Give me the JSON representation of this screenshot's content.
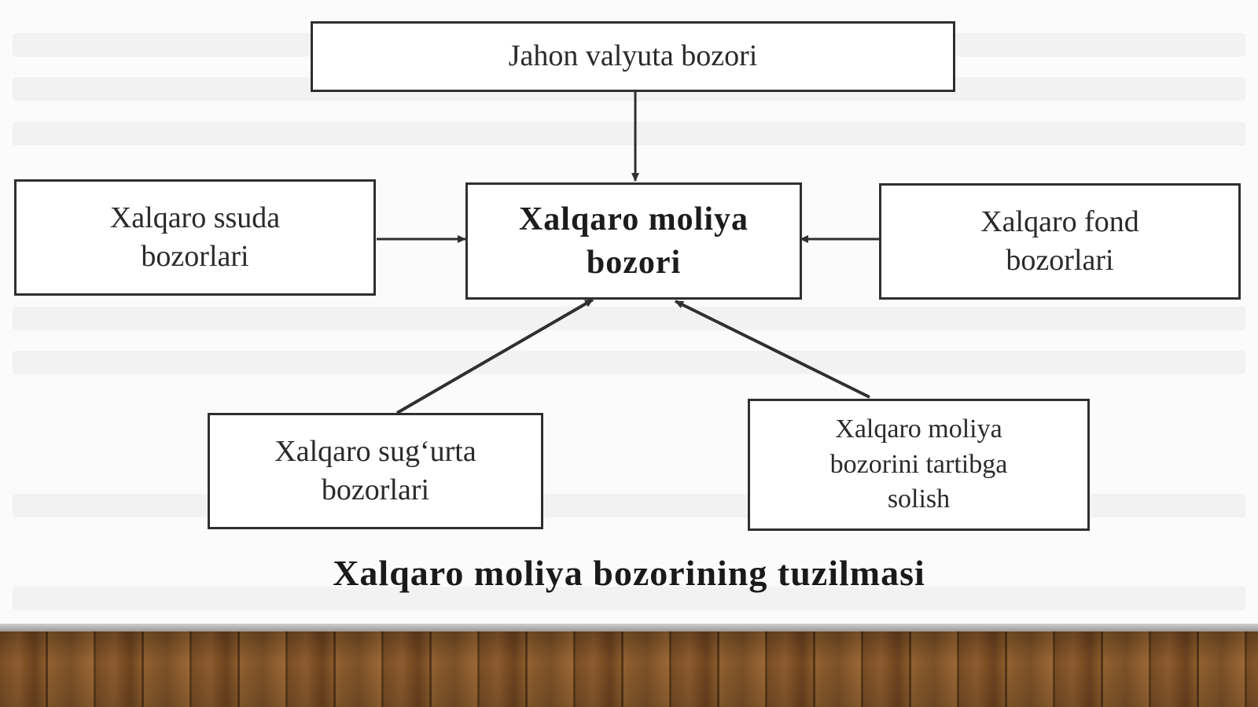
{
  "nodes": {
    "top": "Jahon valyuta bozori",
    "center": [
      "Xalqaro moliya",
      "bozori"
    ],
    "left": [
      "Xalqaro ssuda",
      "bozorlari"
    ],
    "right": [
      "Xalqaro fond",
      "bozorlari"
    ],
    "bottom_left": [
      "Xalqaro sug‘urta",
      "bozorlari"
    ],
    "bottom_right": [
      "Xalqaro moliya",
      "bozorini tartibga",
      "solish"
    ]
  },
  "caption": "Xalqaro moliya bozorining tuzilmasi",
  "colors": {
    "line": "#2f2f2f",
    "box_border": "#2f2f2f",
    "floor": "#7a4e26"
  }
}
